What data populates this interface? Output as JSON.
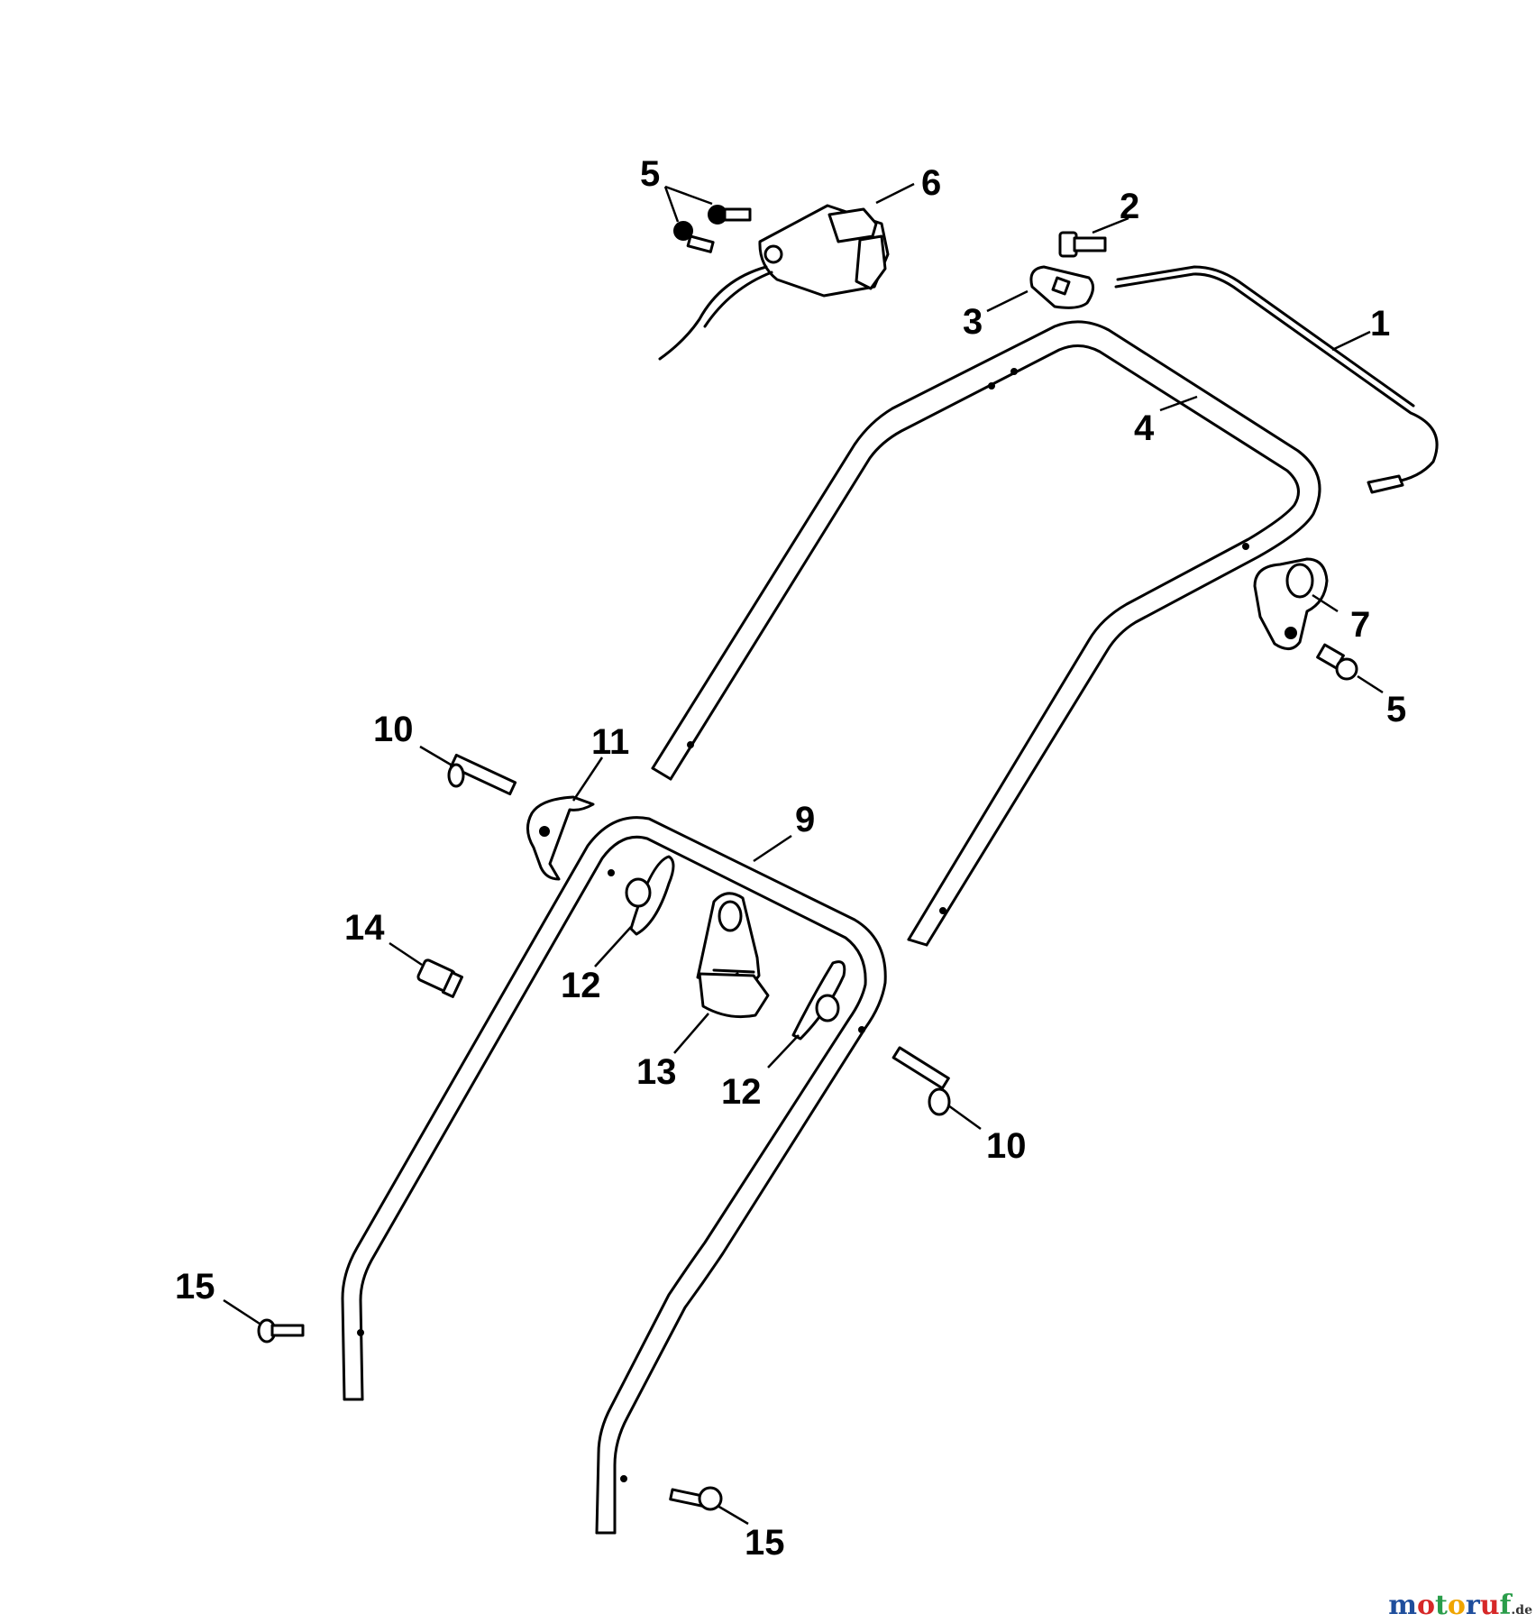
{
  "callouts": {
    "c1": "1",
    "c2": "2",
    "c3": "3",
    "c4": "4",
    "c5a": "5",
    "c5b": "5",
    "c6": "6",
    "c7": "7",
    "c9": "9",
    "c10a": "10",
    "c10b": "10",
    "c11": "11",
    "c12a": "12",
    "c12b": "12",
    "c13": "13",
    "c14": "14",
    "c15a": "15",
    "c15b": "15"
  },
  "watermark": {
    "letters": [
      "m",
      "o",
      "t",
      "o",
      "r",
      "u",
      "f"
    ],
    "letter_colors": [
      "#1f4e9c",
      "#d62828",
      "#2a9d4a",
      "#f0a500",
      "#1f4e9c",
      "#d62828",
      "#2a9d4a"
    ],
    "suffix": ".de"
  }
}
